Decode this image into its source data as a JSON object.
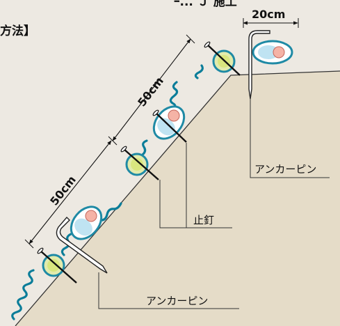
{
  "header": {
    "title_fragment": "ｰ...  Ｊ 施工",
    "subtitle_fragment": "方法】"
  },
  "dimensions": {
    "pin_spacing": "20cm",
    "upper_spacing": "50cm",
    "lower_spacing": "50cm"
  },
  "callouts": {
    "anchor_pin_upper": "アンカーピン",
    "stop_nail": "止釘",
    "anchor_pin_lower": "アンカーピン"
  },
  "colors": {
    "background": "#ede9e2",
    "slope_fill": "#e5dcc8",
    "rope": "#0b7d99",
    "pod_ring": "#1f8aa5",
    "seed_green": "#e2ebad",
    "seed_pink": "#f5b3a6",
    "pod_inner": "#bfe3f2"
  }
}
